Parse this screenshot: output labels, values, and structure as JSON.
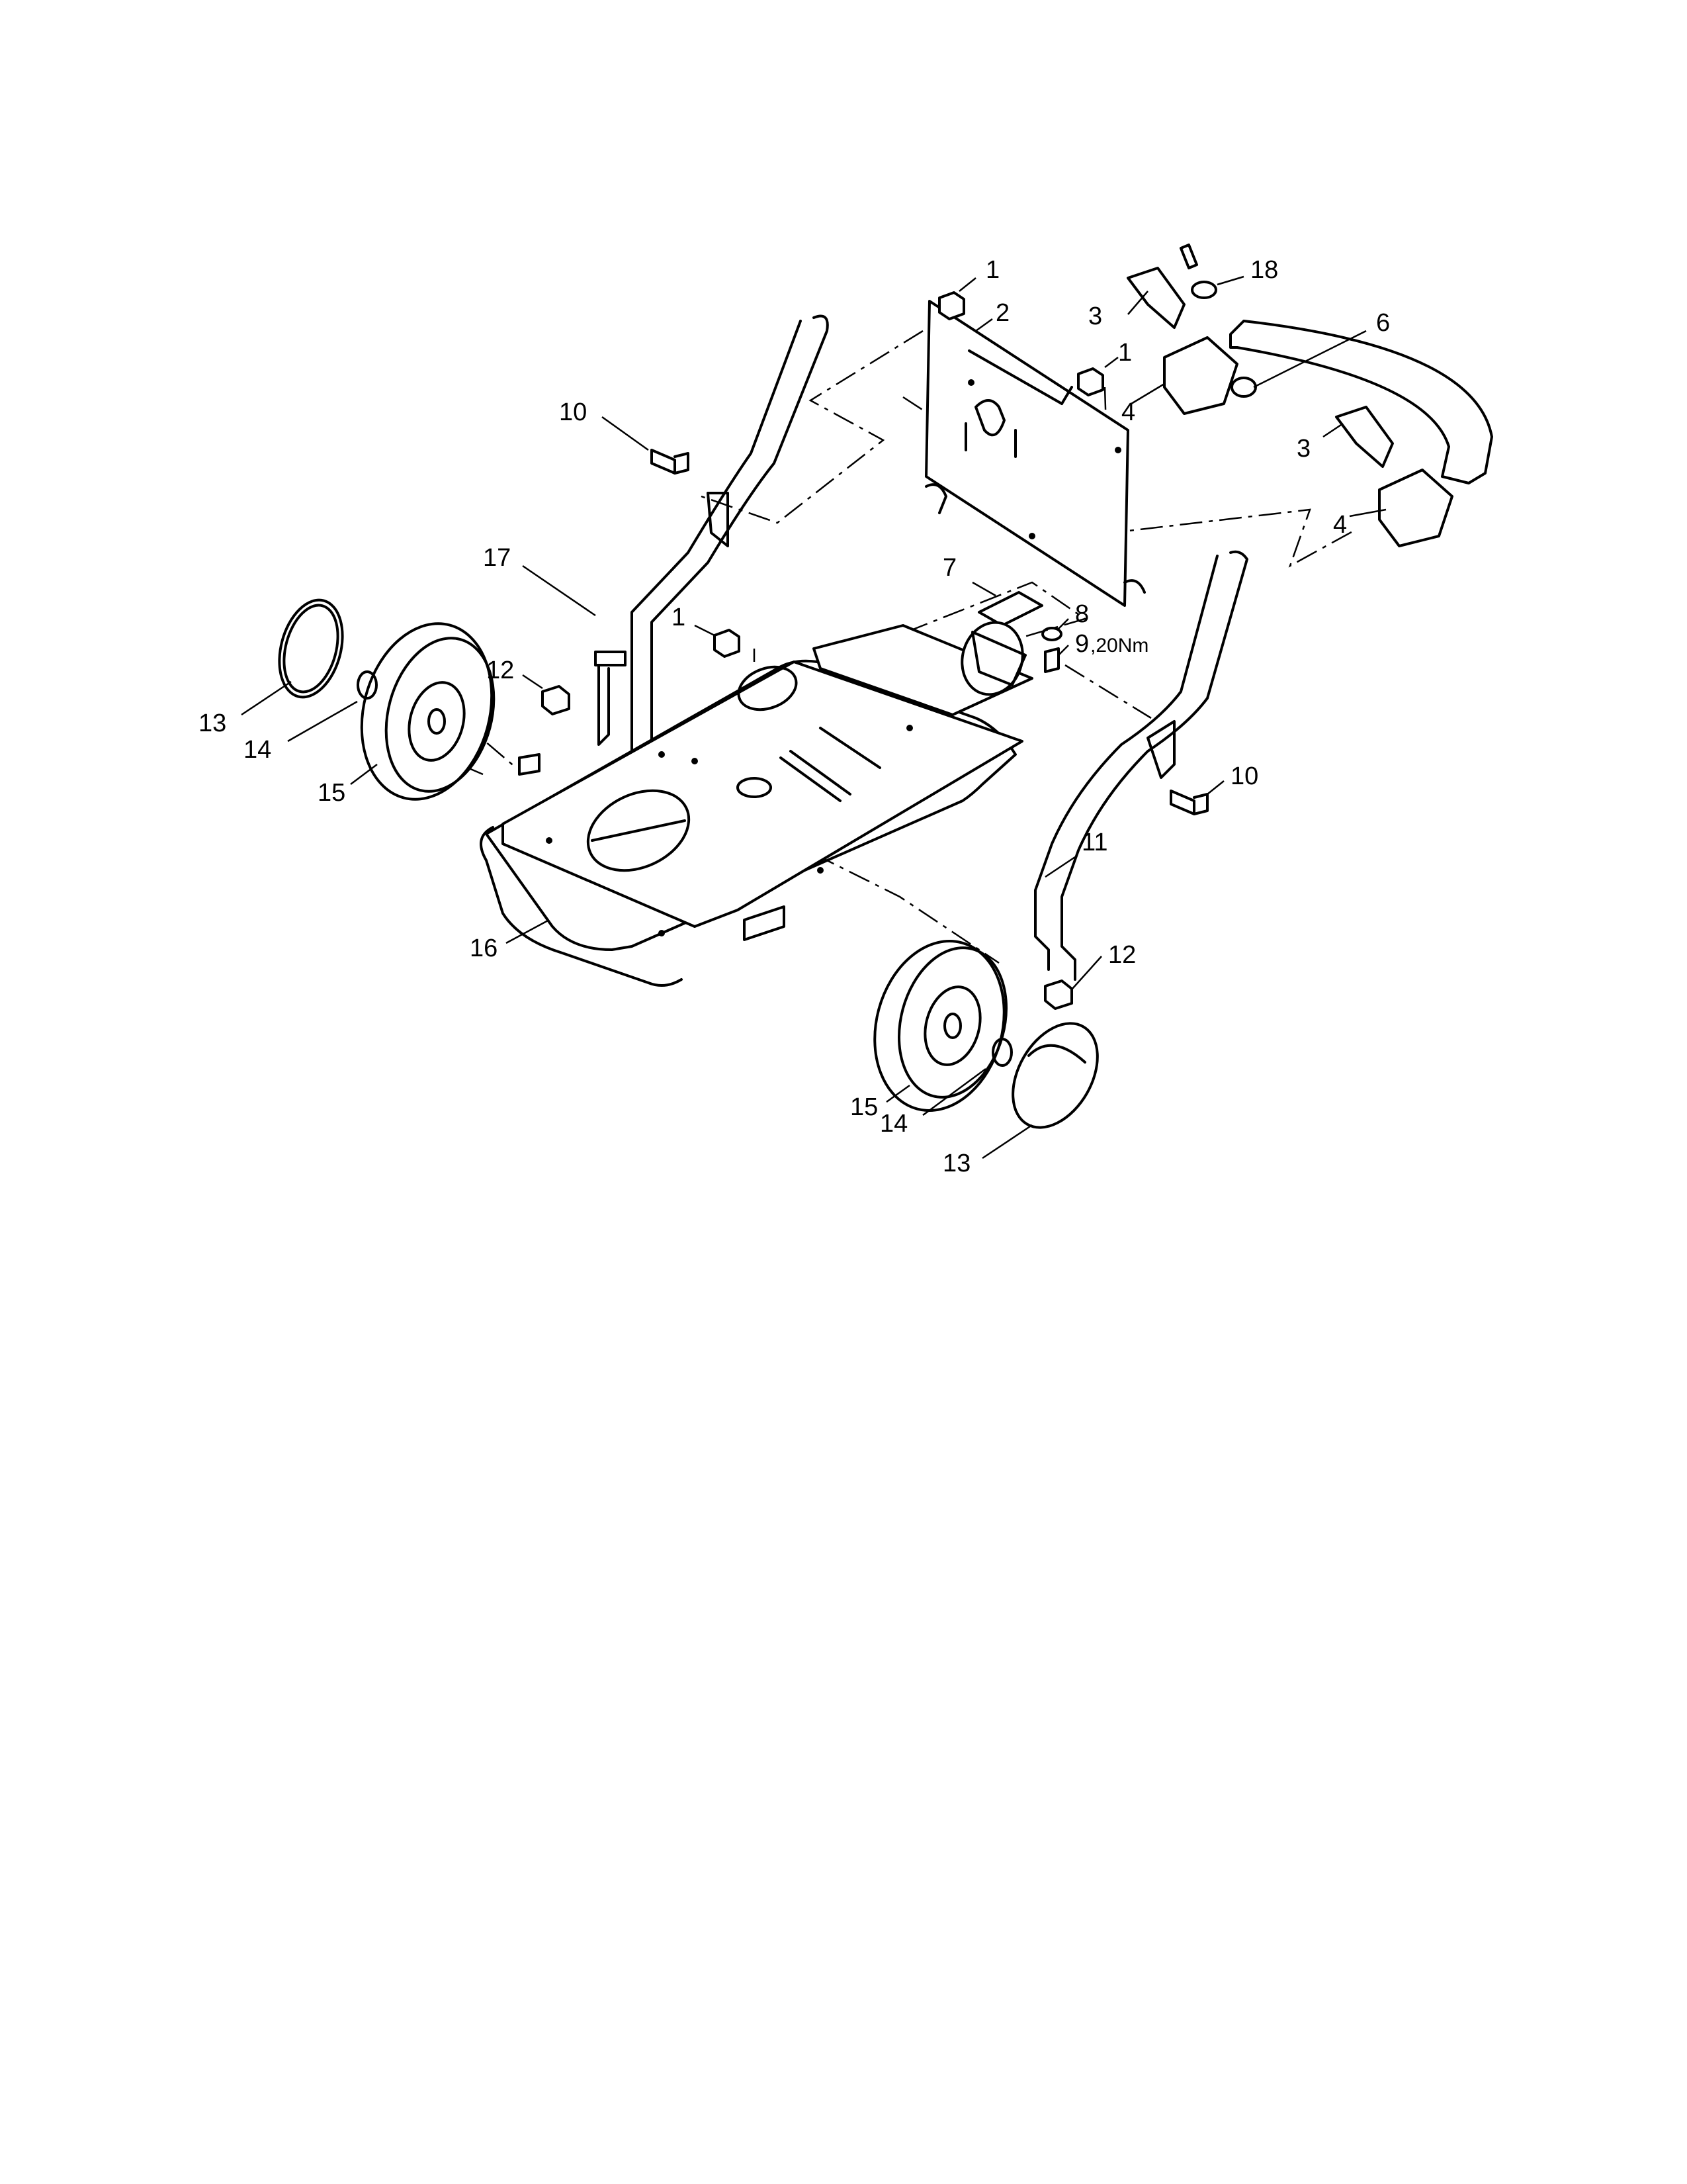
{
  "callouts": [
    {
      "id": "c1a",
      "text": "1"
    },
    {
      "id": "c1b",
      "text": "1"
    },
    {
      "id": "c1c",
      "text": "1"
    },
    {
      "id": "c2",
      "text": "2"
    },
    {
      "id": "c3a",
      "text": "3"
    },
    {
      "id": "c3b",
      "text": "3"
    },
    {
      "id": "c4a",
      "text": "4"
    },
    {
      "id": "c4b",
      "text": "4"
    },
    {
      "id": "c6",
      "text": "6"
    },
    {
      "id": "c7",
      "text": "7"
    },
    {
      "id": "c8",
      "text": "8"
    },
    {
      "id": "c9",
      "text": "9"
    },
    {
      "id": "c10a",
      "text": "10"
    },
    {
      "id": "c10b",
      "text": "10"
    },
    {
      "id": "c11",
      "text": "11"
    },
    {
      "id": "c12a",
      "text": "12"
    },
    {
      "id": "c12b",
      "text": "12"
    },
    {
      "id": "c13a",
      "text": "13"
    },
    {
      "id": "c13b",
      "text": "13"
    },
    {
      "id": "c14a",
      "text": "14"
    },
    {
      "id": "c14b",
      "text": "14"
    },
    {
      "id": "c15a",
      "text": "15"
    },
    {
      "id": "c15b",
      "text": "15"
    },
    {
      "id": "c16",
      "text": "16"
    },
    {
      "id": "c17",
      "text": "17"
    },
    {
      "id": "c18",
      "text": "18"
    }
  ],
  "torque_note": ",20Nm"
}
